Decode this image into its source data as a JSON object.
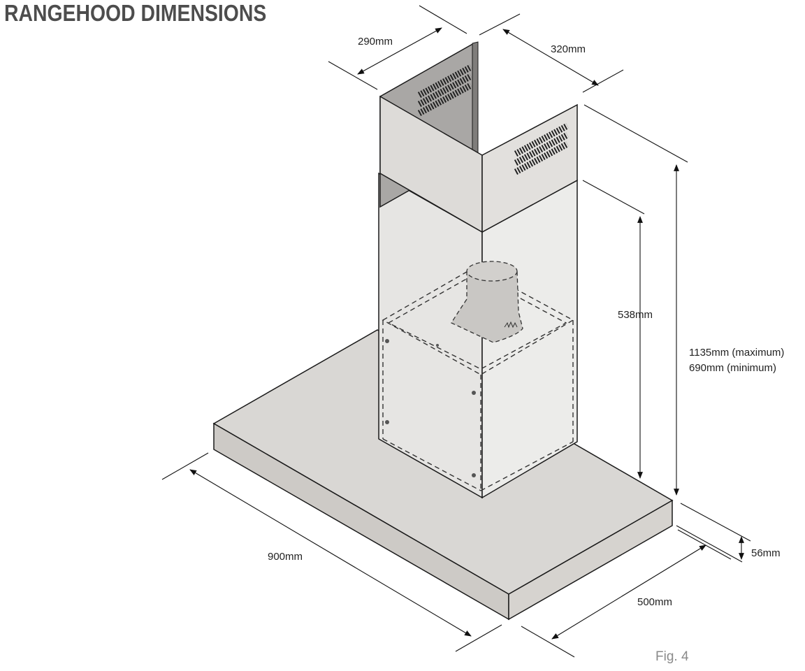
{
  "title": "RANGEHOOD DIMENSIONS",
  "figure_label": "Fig. 4",
  "dimensions": {
    "chimney_depth": "290mm",
    "chimney_width": "320mm",
    "lower_chimney_height": "538mm",
    "total_height_max": "1135mm (maximum)",
    "total_height_min": "690mm (minimum)",
    "canopy_thickness": "56mm",
    "canopy_depth": "500mm",
    "canopy_width": "900mm"
  },
  "colors": {
    "canopy_top": "#d9d7d4",
    "canopy_side": "#cfccc8",
    "upper_chimney_back": "#a9a7a5",
    "upper_chimney_side": "#e2e0dd",
    "outline": "#1a1a1a"
  }
}
